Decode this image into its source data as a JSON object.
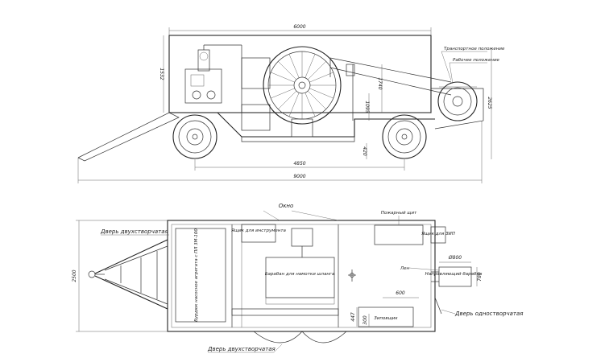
{
  "side_view": {
    "dims": {
      "top_length": "6000",
      "body_height": "1532",
      "height_1740": "1740",
      "height_1095": "1095",
      "total_height": "2625",
      "ground_clearance": "420",
      "wheelbase": "4850",
      "total_length": "9000"
    },
    "labels": {
      "transport_position": "Транспортное положение",
      "working_position": "Рабочее положение"
    }
  },
  "plan_view": {
    "dims": {
      "width": "2500",
      "spool_width": "Ø800",
      "spool_depth": "780",
      "seat_length": "600",
      "seat_height": "447",
      "seat_depth": "300"
    },
    "labels": {
      "window": "Окно",
      "double_door_top": "Дверь двухстворчатая",
      "double_door_bottom": "Дверь двухстворчатая",
      "single_door": "Дверь одностворчатая",
      "control_panel": "Пожарный щит",
      "instrument_box": "Ящик для инструмента",
      "hose_drum": "Барабан для намотки шланга",
      "tank": "Бурдюк насосное агрегата с ПЛ 3М-100",
      "box_small": "Ящик для ЗИП",
      "winch": "Лен",
      "guide_drum": "Направляющий барабан",
      "toolbox": "Зиповщик"
    }
  }
}
